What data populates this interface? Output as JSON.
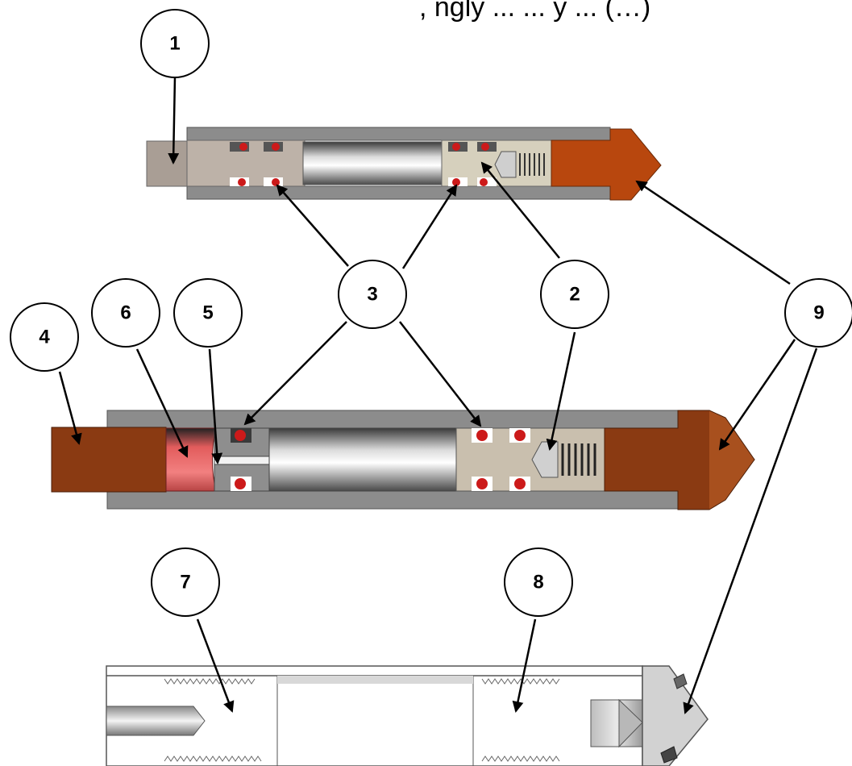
{
  "header": {
    "text": ", ngly ... ... y ... (…)"
  },
  "callouts": [
    {
      "id": "1",
      "label": "1"
    },
    {
      "id": "2a",
      "label": "2"
    },
    {
      "id": "3",
      "label": "3"
    },
    {
      "id": "4",
      "label": "4"
    },
    {
      "id": "5",
      "label": "5"
    },
    {
      "id": "6",
      "label": "6"
    },
    {
      "id": "7",
      "label": "7"
    },
    {
      "id": "8",
      "label": "8"
    },
    {
      "id": "9",
      "label": "9"
    }
  ],
  "colors": {
    "tip_orange": "#b8470e",
    "end_brown": "#8a3a12",
    "steel_grey": "#8c8c8c",
    "piston_tan": "#c9bfae",
    "oring_red": "#cc1a1a",
    "plug_pink": "#e86060",
    "light_grey": "#d8d8d8"
  }
}
